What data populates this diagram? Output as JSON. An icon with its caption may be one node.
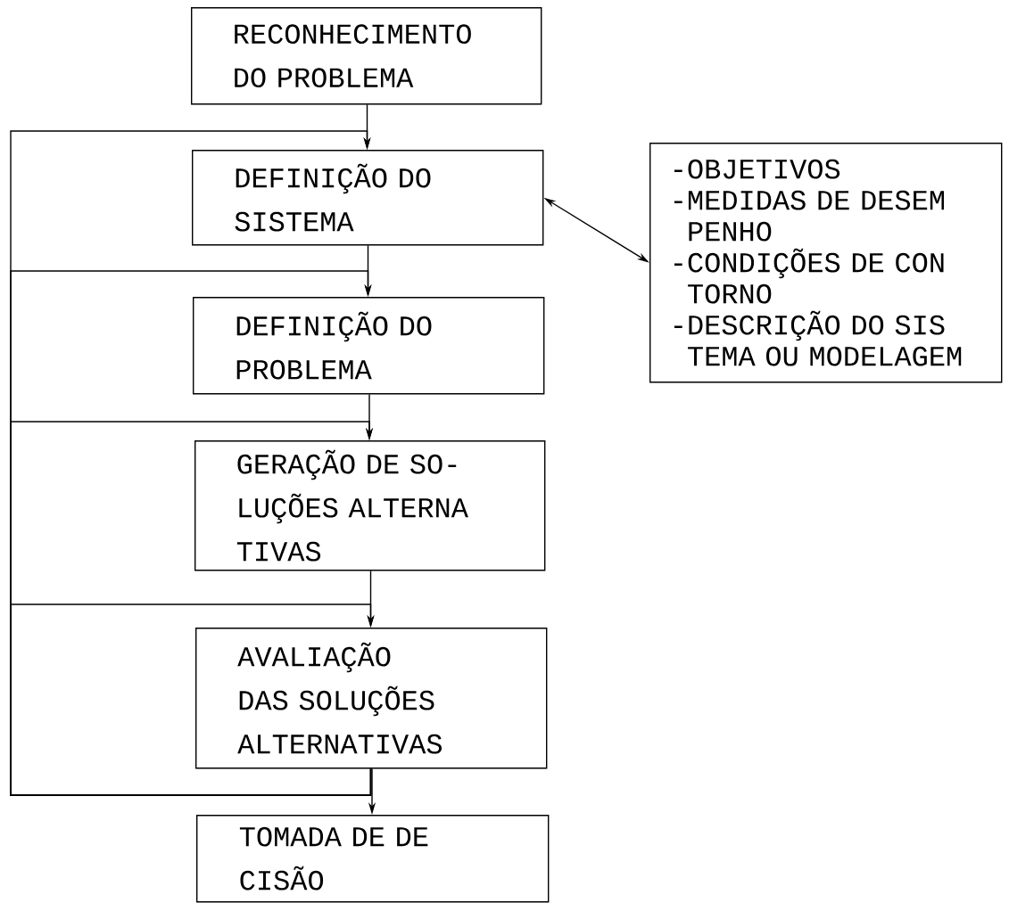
{
  "diagram": {
    "nodes": [
      {
        "text": [
          "RECONHECIMENTO DO PROBLEMA"
        ]
      },
      {
        "text": [
          "DEFINIÇÃO DO SISTEMA"
        ]
      },
      {
        "text": [
          "DEFINIÇÃO DO PROBLEMA"
        ]
      },
      {
        "text": [
          "GERAÇÃO DE SO- LUÇÕES ALTERNA TIVAS"
        ]
      },
      {
        "text": [
          "AVALIAÇÃO DAS SOLUÇÕES ALTERNATIVAS"
        ]
      },
      {
        "text": [
          "TOMADA DE DE CISÃO"
        ]
      },
      {
        "text": [
          "-OBJETIVOS",
          "-MEDIDAS DE DESEM PENHO",
          "-CONDIÇÕES DE CON TORNO",
          "-DESCRIÇÃO DO SIS TEMA OU MODELAGEM"
        ]
      }
    ],
    "edges": [
      {
        "from": 0,
        "to": 1,
        "arrow": "to"
      },
      {
        "from": 1,
        "to": 2,
        "arrow": "to"
      },
      {
        "from": 2,
        "to": 3,
        "arrow": "to"
      },
      {
        "from": 3,
        "to": 4,
        "arrow": "to"
      },
      {
        "from": 4,
        "to": 5,
        "arrow": "to"
      },
      {
        "from": 1,
        "to": 6,
        "arrow": "both"
      },
      {
        "from": 4,
        "to": 1,
        "arrow": "to"
      },
      {
        "from": 4,
        "to": 2,
        "arrow": "to"
      },
      {
        "from": 4,
        "to": 3,
        "arrow": "to"
      },
      {
        "from": 4,
        "to": 4,
        "arrow": "to"
      }
    ]
  }
}
